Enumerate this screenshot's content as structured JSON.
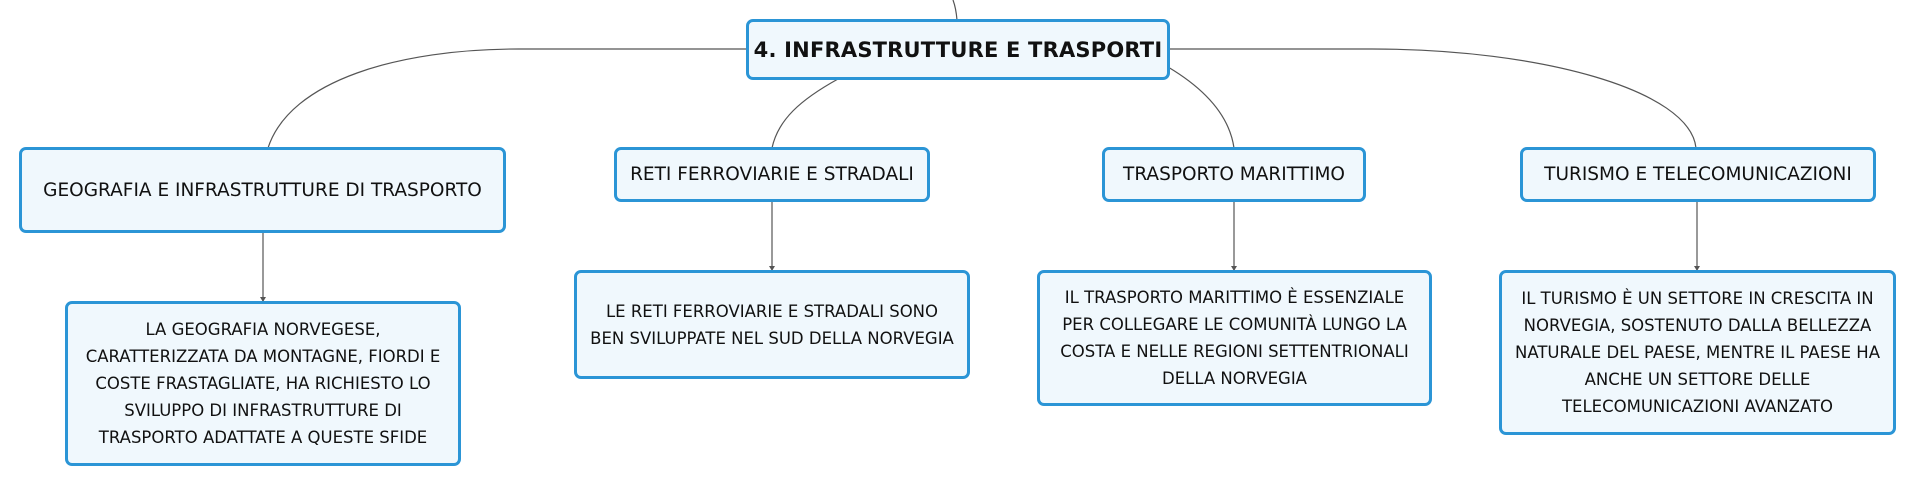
{
  "diagram": {
    "root": {
      "label": "4. INFRASTRUTTURE E TRASPORTI"
    },
    "topics": [
      {
        "label": "GEOGRAFIA E INFRASTRUTTURE DI TRASPORTO",
        "detail": "LA GEOGRAFIA NORVEGESE, CARATTERIZZATA DA MONTAGNE, FIORDI E COSTE FRASTAGLIATE, HA RICHIESTO LO SVILUPPO DI INFRASTRUTTURE DI TRASPORTO ADATTATE A QUESTE SFIDE"
      },
      {
        "label": "RETI FERROVIARIE E STRADALI",
        "detail": "LE RETI FERROVIARIE E STRADALI SONO BEN SVILUPPATE NEL SUD DELLA NORVEGIA"
      },
      {
        "label": "TRASPORTO MARITTIMO",
        "detail": "IL TRASPORTO MARITTIMO È ESSENZIALE PER COLLEGARE LE COMUNITÀ LUNGO LA COSTA E NELLE REGIONI SETTENTRIONALI DELLA NORVEGIA"
      },
      {
        "label": "TURISMO E TELECOMUNICAZIONI",
        "detail": "IL TURISMO È UN SETTORE IN CRESCITA IN NORVEGIA, SOSTENUTO DALLA BELLEZZA NATURALE DEL PAESE, MENTRE IL PAESE HA ANCHE UN SETTORE DELLE TELECOMUNICAZIONI AVANZATO"
      }
    ],
    "colors": {
      "node_border": "#2b95d6",
      "node_fill": "#f0f8fd",
      "connector": "#555555",
      "text": "#111111"
    }
  }
}
